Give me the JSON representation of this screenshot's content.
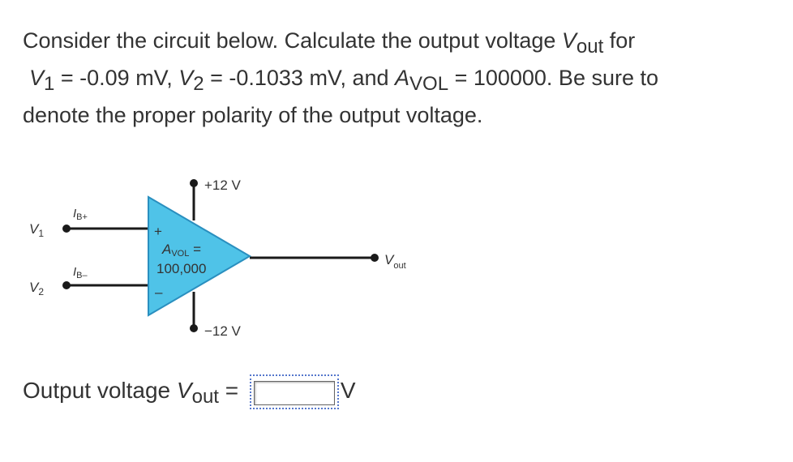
{
  "question": {
    "line1_prefix": "Consider the circuit below. Calculate the output voltage ",
    "vout_v": "V",
    "vout_sub": "out",
    "line1_suffix": " for",
    "v1_v": "V",
    "v1_sub": "1",
    "v1_eq": " = -0.09 mV, ",
    "v2_v": "V",
    "v2_sub": "2",
    "v2_eq": " = -0.1033 mV, and ",
    "avol_a": "A",
    "avol_sub": "VOL",
    "avol_eq": " = 100000. Be sure to",
    "line3": "denote the proper polarity of the output voltage."
  },
  "circuit": {
    "vplus_supply": "+12 V",
    "vminus_supply": "−12 V",
    "v1_label": "V",
    "v1_sub": "1",
    "v2_label": "V",
    "v2_sub": "2",
    "ibplus": "I",
    "ibplus_sub": "B+",
    "ibminus": "I",
    "ibminus_sub": "B–",
    "plus_sign": "+",
    "minus_sign": "–",
    "avol_line1_a": "A",
    "avol_line1_sub": "VOL",
    "avol_line1_eq": " =",
    "avol_line2": "100,000",
    "vout_label": "V",
    "vout_sub": "out",
    "wire_color": "#1a1a1a",
    "opamp_fill": "#4fc3e8",
    "opamp_stroke": "#2a8fbf"
  },
  "answer": {
    "prefix": "Output voltage ",
    "v": "V",
    "sub": "out",
    "eq": " =",
    "value": "",
    "unit": "V"
  }
}
